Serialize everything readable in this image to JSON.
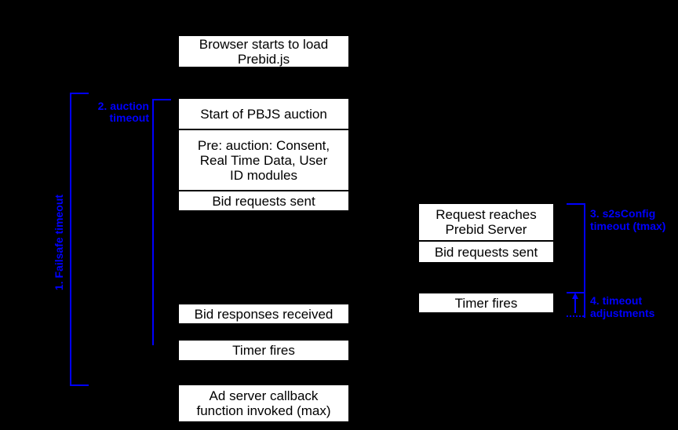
{
  "colors": {
    "background": "#000000",
    "box_fill": "#ffffff",
    "box_text": "#000000",
    "annotation_blue": "#0000ff"
  },
  "client_timeline": {
    "boxes": [
      {
        "id": "browser-load",
        "text": "Browser starts to load\nPrebid.js"
      },
      {
        "id": "start-auction",
        "text": "Start of PBJS auction"
      },
      {
        "id": "pre-auction",
        "text": "Pre: auction: Consent,\nReal Time Data, User\nID modules"
      },
      {
        "id": "bid-requests-sent",
        "text": "Bid requests sent"
      },
      {
        "id": "bid-responses-received",
        "text": "Bid responses received"
      },
      {
        "id": "timer-fires",
        "text": "Timer fires"
      },
      {
        "id": "ad-server-callback",
        "text": "Ad server callback\nfunction invoked (max)"
      }
    ]
  },
  "server_timeline": {
    "boxes": [
      {
        "id": "request-reaches-prebid-server",
        "text": "Request reaches\nPrebid Server"
      },
      {
        "id": "bid-requests-sent",
        "text": "Bid requests sent"
      },
      {
        "id": "timer-fires",
        "text": "Timer fires"
      }
    ]
  },
  "annotations": [
    {
      "id": "failsafe-timeout",
      "label": "1. Failsafe timeout"
    },
    {
      "id": "auction-timeout",
      "label": "2. auction\ntimeout"
    },
    {
      "id": "s2sconfig-timeout",
      "label": "3. s2sConfig\ntimeout (tmax)"
    },
    {
      "id": "timeout-adjustments",
      "label": "4. timeout\nadjustments"
    }
  ]
}
